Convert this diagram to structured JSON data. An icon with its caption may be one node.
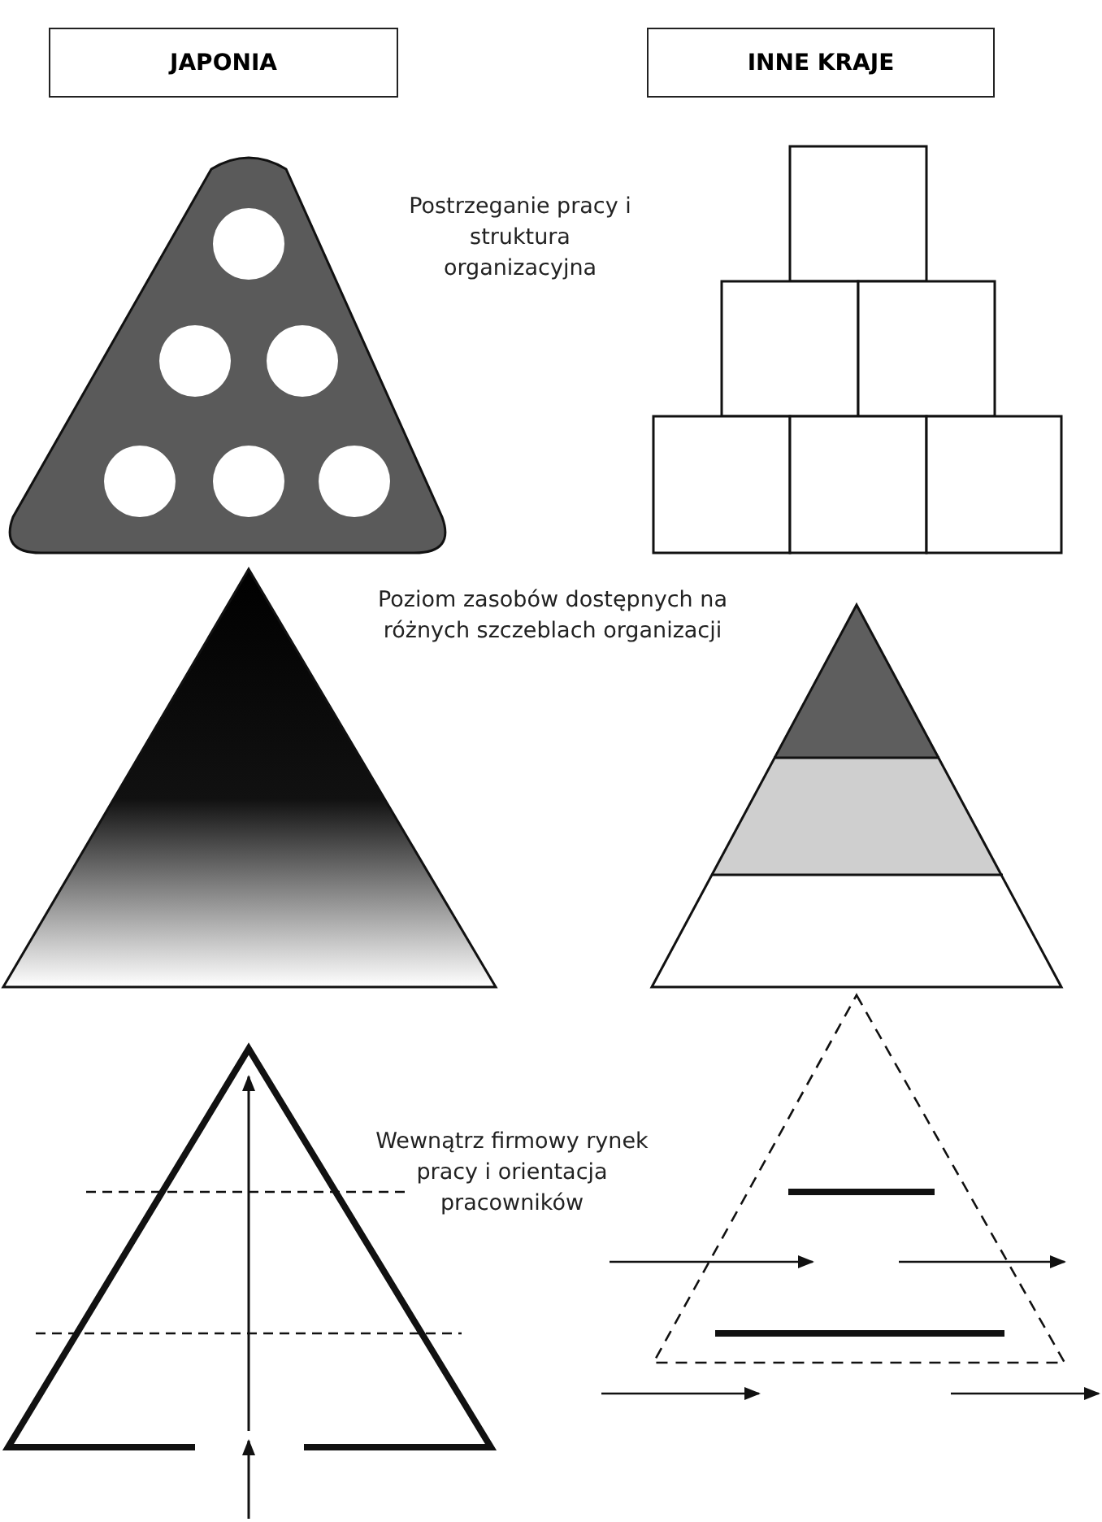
{
  "diagram": {
    "nodes": [
      {
        "text": [
          "JAPONIA"
        ]
      },
      {
        "text": [
          "INNE KRAJE"
        ]
      }
    ],
    "labels": [
      "Postrzeganie pracy i struktura organizacyjna",
      "Poziom zasobów dostępnych na różnych szczeblach organizacji",
      "Wewnątrz firmowy rynek pracy i orientacja pracowników"
    ]
  }
}
